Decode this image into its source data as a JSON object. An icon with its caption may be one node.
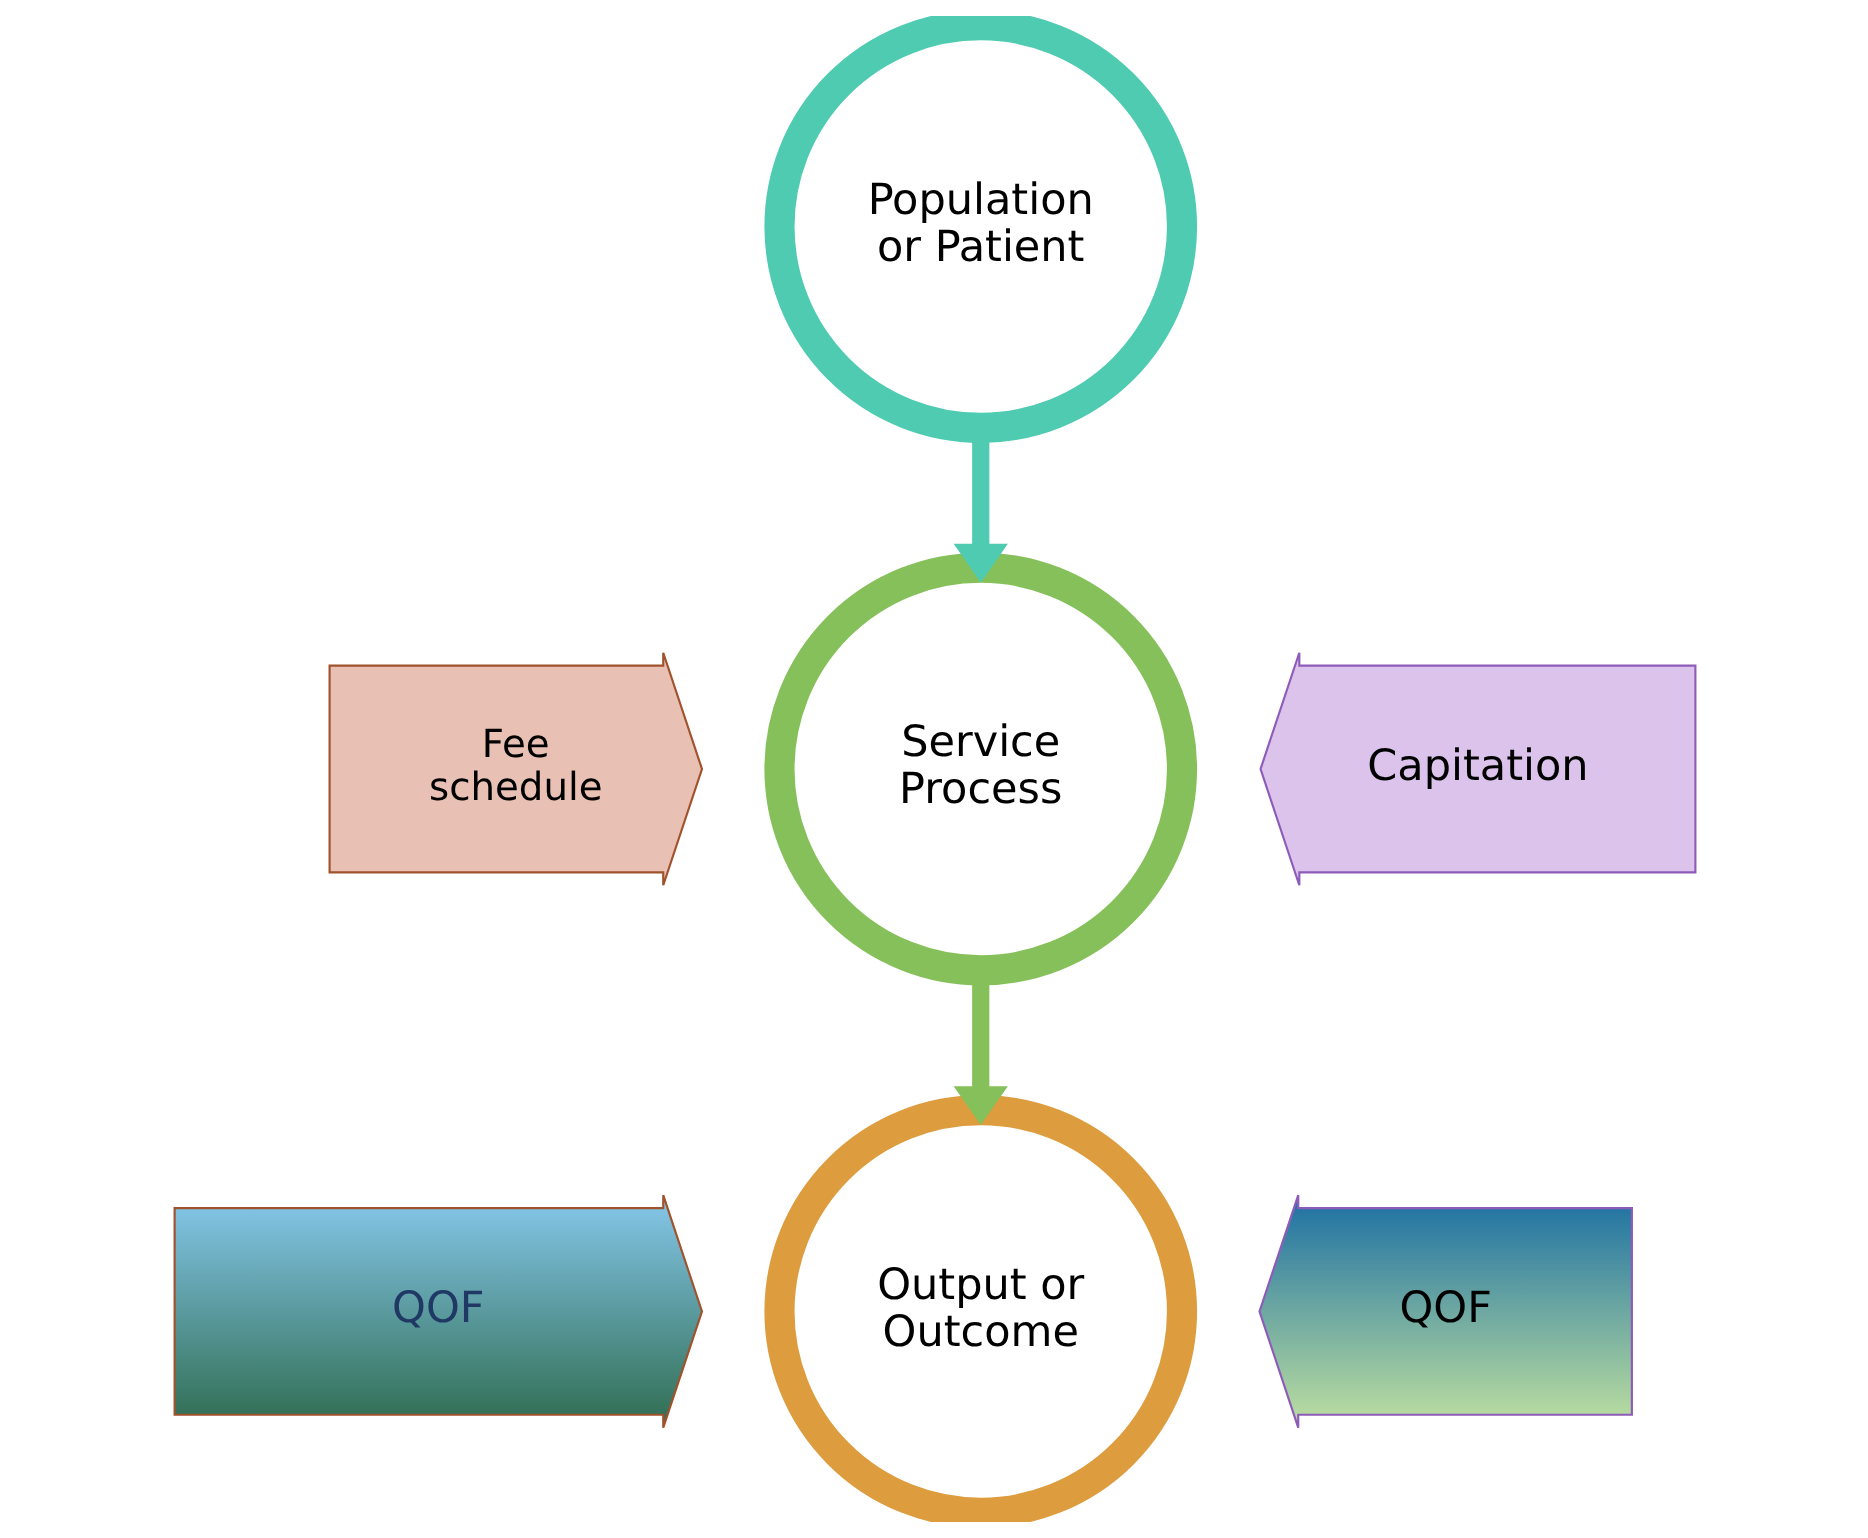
{
  "diagram": {
    "nodes": [
      {
        "text": [
          "Population or Patient"
        ]
      },
      {
        "text": [
          "Service Process"
        ]
      },
      {
        "text": [
          "Output or Outcome"
        ]
      },
      {
        "text": [
          "Fee schedule"
        ]
      },
      {
        "text": [
          "Capitation"
        ]
      },
      {
        "text": [
          "QOF"
        ]
      },
      {
        "text": [
          "QOF"
        ]
      }
    ],
    "edges": [
      {
        "from": 0,
        "to": 1,
        "arrow": "to",
        "color": "#4ecbb0"
      },
      {
        "from": 1,
        "to": 2,
        "arrow": "to",
        "color": "#86c05a"
      }
    ]
  }
}
